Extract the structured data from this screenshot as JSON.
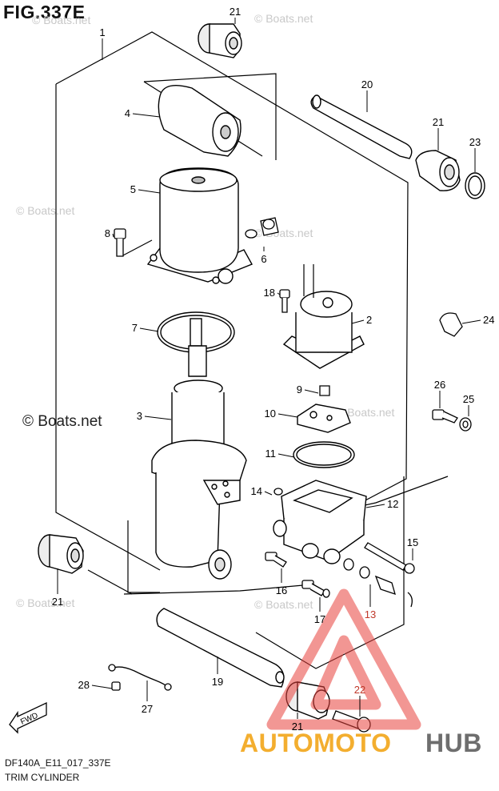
{
  "figure": {
    "title": "FIG.337E",
    "code": "DF140A_E11_017_337E",
    "name": "TRIM CYLINDER"
  },
  "watermark": {
    "copyright": "© Boats.net",
    "brand_part1": "AUTOMOTO",
    "brand_part2": "HUB",
    "brand_color_1": "#f3ae2f",
    "brand_color_2": "#6e6e6e",
    "triangle_color": "#e8413c"
  },
  "fwd_label": "FWD",
  "callouts": [
    "1",
    "2",
    "3",
    "4",
    "5",
    "6",
    "7",
    "8",
    "9",
    "10",
    "11",
    "12",
    "13",
    "14",
    "15",
    "16",
    "17",
    "18",
    "19",
    "20",
    "21",
    "21",
    "21",
    "21",
    "22",
    "23",
    "24",
    "25",
    "26",
    "27",
    "28"
  ]
}
